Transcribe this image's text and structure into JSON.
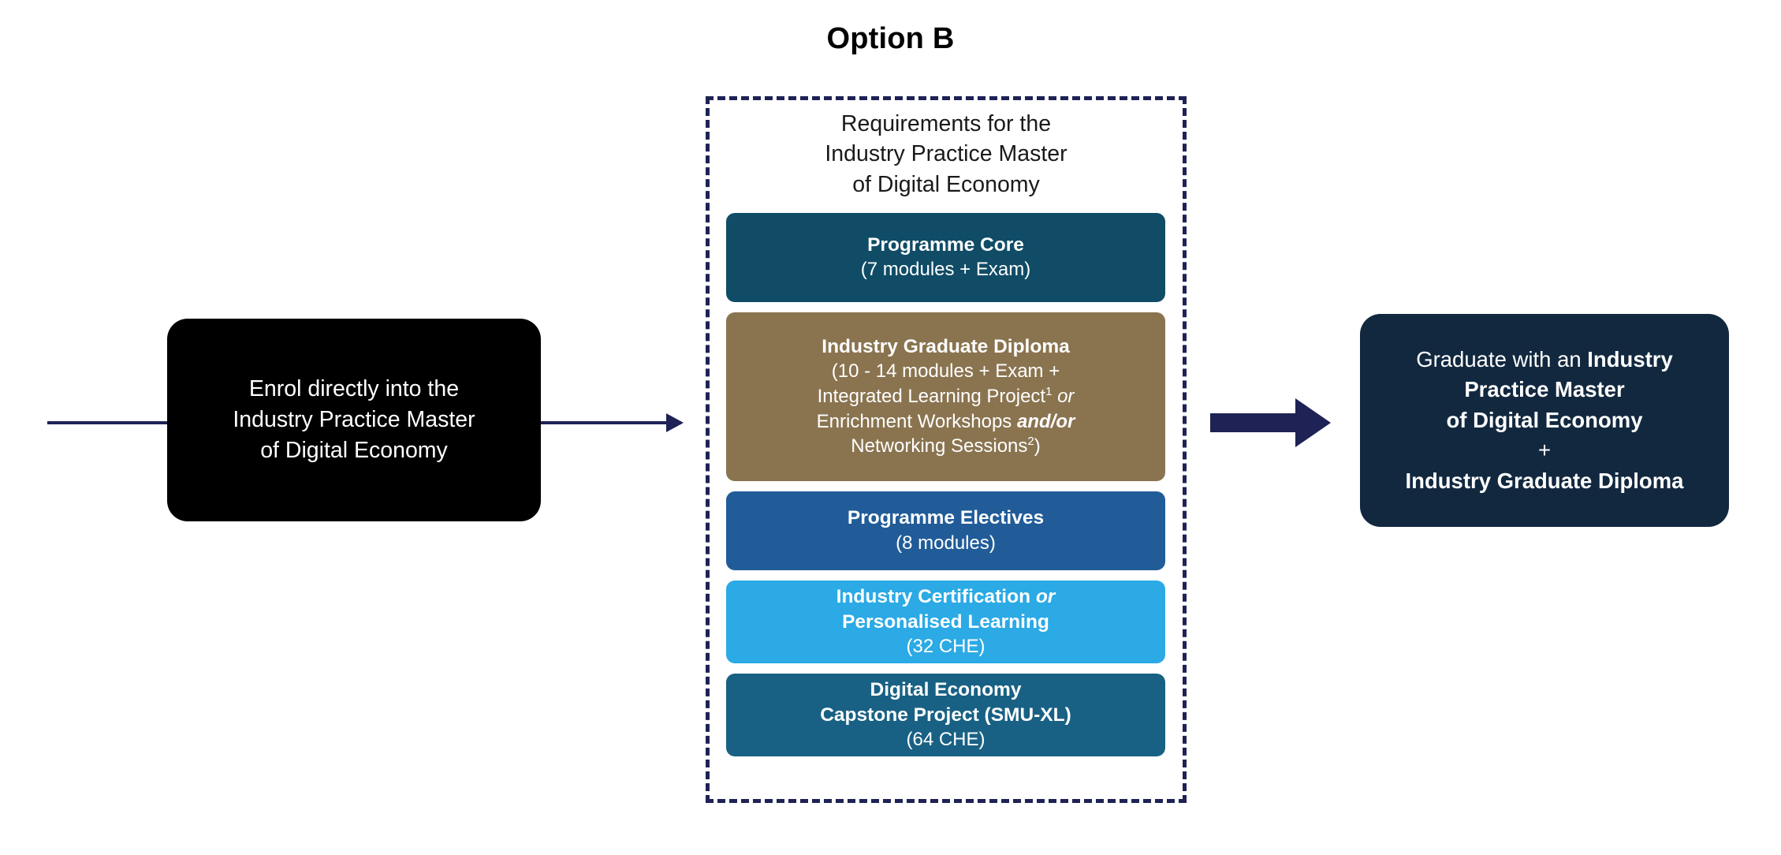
{
  "title": "Option B",
  "entry": {
    "node_label": "Enrol directly into the\nIndustry Practice Master\nof Digital Economy"
  },
  "requirements": {
    "heading": "Requirements for the\nIndustry Practice Master\nof Digital Economy",
    "blocks": [
      {
        "name": "programme-core",
        "title": "Programme Core",
        "subtitle": "(7 modules + Exam)",
        "color": "#104c66"
      },
      {
        "name": "industry-graduate-diploma",
        "title": "Industry Graduate Diploma",
        "subtitle": "(10 - 14 modules + Exam +\nIntegrated Learning Project¹ or\nEnrichment Workshops and/or\nNetworking Sessions²)",
        "color": "#8a7450"
      },
      {
        "name": "programme-electives",
        "title": "Programme Electives",
        "subtitle": "(8 modules)",
        "color": "#215c99"
      },
      {
        "name": "industry-certification",
        "title": "Industry Certification or\nPersonalised Learning",
        "subtitle": "(32 CHE)",
        "color": "#2baae5"
      },
      {
        "name": "capstone-project",
        "title": "Digital Economy\nCapstone Project (SMU-XL)",
        "subtitle": "(64 CHE)",
        "color": "#186184"
      }
    ]
  },
  "outcome": {
    "lead": "Graduate with an",
    "award_1": "Industry Practice Master\nof Digital Economy",
    "connector": "+",
    "award_2": "Industry Graduate Diploma"
  },
  "colors": {
    "navy_accent": "#1e2255",
    "entry_node_bg": "#000000",
    "outcome_node_bg": "#12283f",
    "canvas_bg": "#ffffff"
  }
}
